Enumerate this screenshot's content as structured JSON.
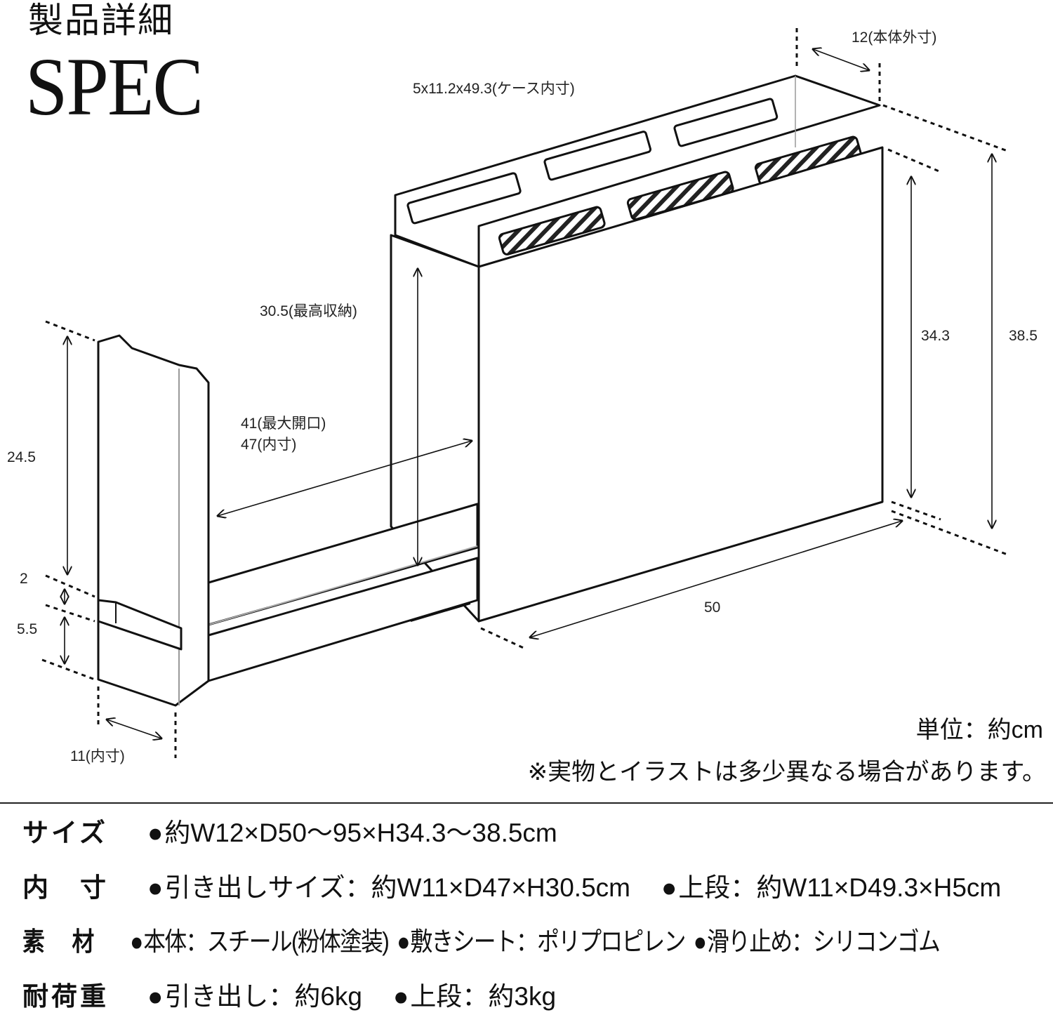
{
  "title": {
    "jp": "製品詳細",
    "en": "SPEC"
  },
  "dimensions": {
    "body_width": "12(本体外寸)",
    "case_inner": "5x11.2x49.3(ケース内寸)",
    "max_storage": "30.5(最高収納)",
    "opening": "41(最大開口)",
    "inner_depth": "47(内寸)",
    "height_inner": "34.3",
    "height_outer": "38.5",
    "drawer_height": "24.5",
    "gap": "2",
    "base": "5.5",
    "depth": "50",
    "drawer_width": "11(内寸)"
  },
  "notes": {
    "unit": "単位：約cm",
    "disclaimer": "※実物とイラストは多少異なる場合があります。"
  },
  "specs": [
    {
      "label": "サイズ",
      "items": [
        "約W12×D50〜95×H34.3〜38.5cm"
      ]
    },
    {
      "label": "内　寸",
      "items": [
        "引き出しサイズ：約W11×D47×H30.5cm",
        "上段：約W11×D49.3×H5cm"
      ]
    },
    {
      "label": "素　材",
      "items": [
        "本体：スチール(粉体塗装)",
        "敷きシート：ポリプロピレン",
        "滑り止め：シリコンゴム"
      ]
    },
    {
      "label": "耐荷重",
      "items": [
        "引き出し：約6kg",
        "上段：約3kg"
      ]
    }
  ]
}
